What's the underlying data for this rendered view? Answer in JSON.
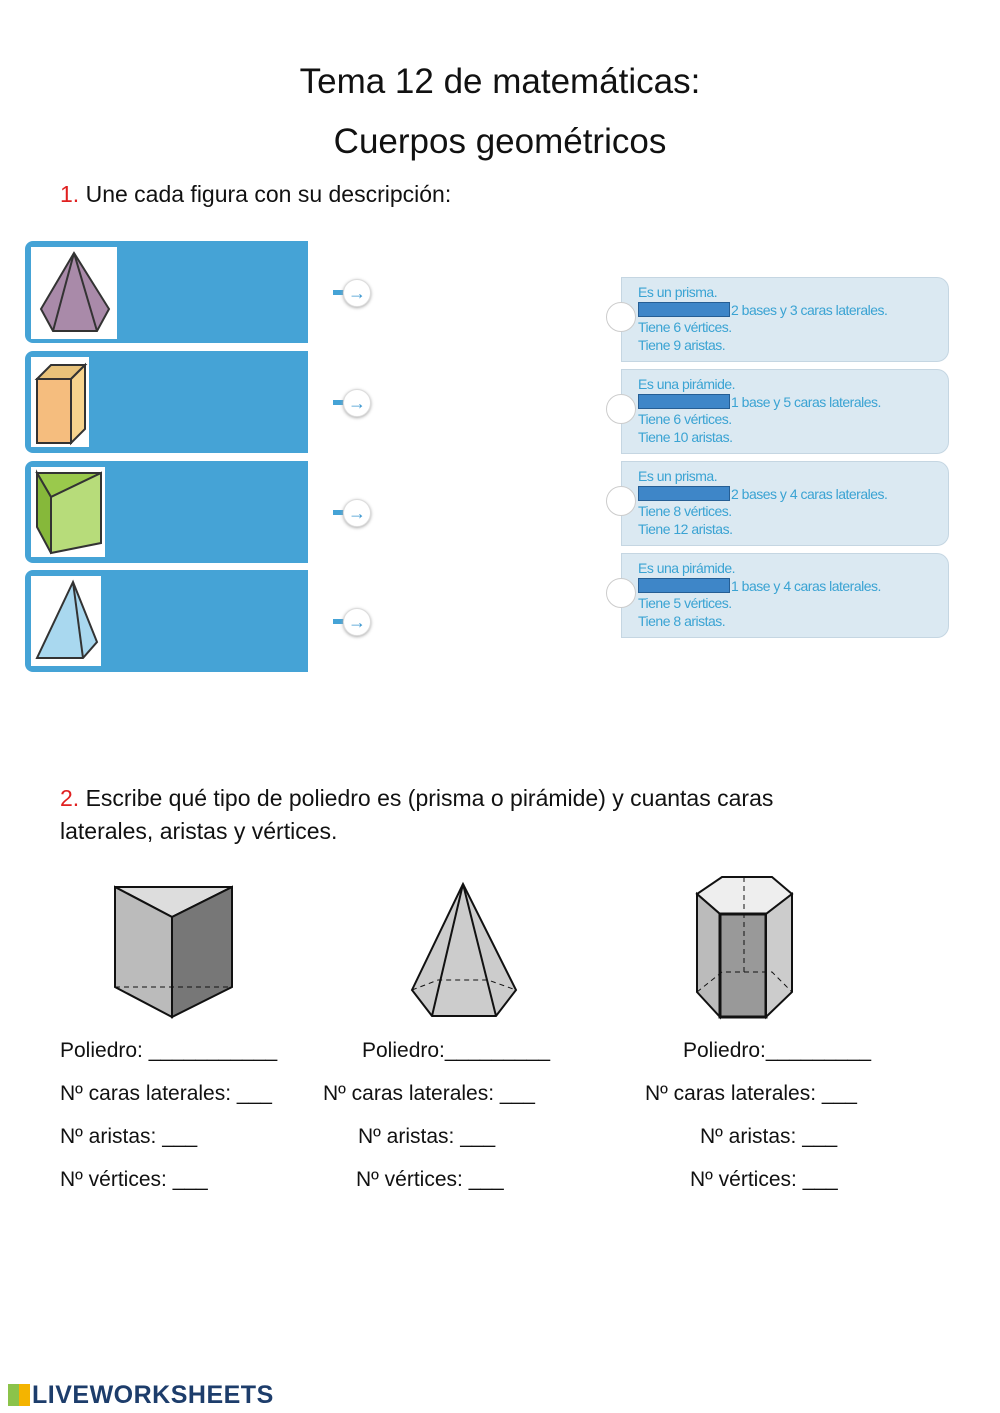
{
  "title_line1": "Tema 12 de matemáticas:",
  "title_line2": "Cuerpos geométricos",
  "q1": {
    "number": "1.",
    "text": " Une cada figura con su descripción:",
    "figures": [
      "pentagonal-pyramid",
      "rectangular-prism",
      "triangular-prism",
      "square-pyramid"
    ],
    "descriptions": [
      {
        "l1": "Es un prisma.",
        "l2": "2 bases y 3 caras laterales.",
        "l3": "Tiene 6 vértices.",
        "l4": "Tiene 9 aristas."
      },
      {
        "l1": "Es una pirámide.",
        "l2": "1 base y 5 caras laterales.",
        "l3": "Tiene 6 vértices.",
        "l4": "Tiene 10 aristas."
      },
      {
        "l1": "Es un prisma.",
        "l2": "2 bases y 4 caras laterales.",
        "l3": "Tiene 8 vértices.",
        "l4": "Tiene 12 aristas."
      },
      {
        "l1": "Es una pirámide.",
        "l2": "1 base y 4 caras laterales.",
        "l3": "Tiene 5 vértices.",
        "l4": "Tiene 8 aristas."
      }
    ]
  },
  "q2": {
    "number": "2.",
    "line1": " Escribe qué tipo de poliedro es (prisma o pirámide) y cuantas caras",
    "line2": "laterales, aristas y vértices.",
    "columns": [
      {
        "poliedro": "Poliedro: ___________",
        "caras": "Nº caras laterales: ___",
        "aristas": "Nº aristas: ___",
        "vertices": "Nº vértices: ___"
      },
      {
        "poliedro": "Poliedro:_________",
        "caras": "Nº caras laterales: ___",
        "aristas": "Nº aristas: ___",
        "vertices": "Nº vértices: ___"
      },
      {
        "poliedro": "Poliedro:_________",
        "caras": "Nº caras laterales: ___",
        "aristas": "Nº aristas: ___",
        "vertices": "Nº vértices: ___"
      }
    ]
  },
  "logo": "LIVEWORKSHEETS",
  "colors": {
    "bar": "#45a3d6",
    "card": "#dbe9f2",
    "card_text": "#3aa3d3",
    "number": "#e02020"
  }
}
